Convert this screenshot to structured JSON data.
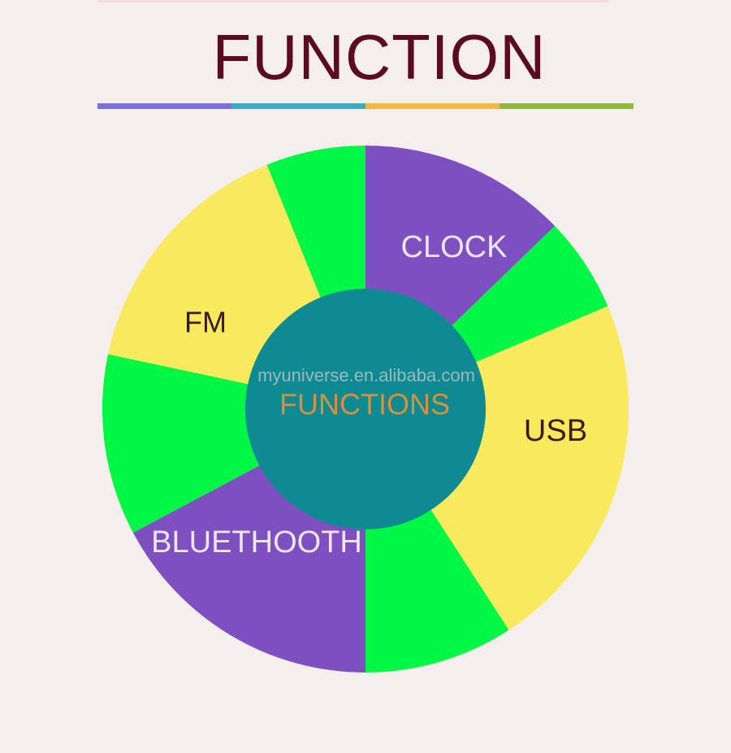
{
  "title": "FUNCTION",
  "colors": {
    "title": "#5c0a1f",
    "underline": [
      "#7b6fdc",
      "#2db3c9",
      "#fbb92d",
      "#8fbb37"
    ],
    "purple": "#7e4fc1",
    "green": "#00f744",
    "yellow": "#f9e95c",
    "hub": "#0e8a92",
    "hub_text": "#d98f3b",
    "light_text": "#ece6f5",
    "dark_text": "#3a1c0e"
  },
  "center_label": "FUNCTIONS",
  "watermark": "myuniverse.en.alibaba.com",
  "segments": [
    {
      "name": "clock",
      "label": "CLOCK",
      "color": "purple",
      "text_color": "light_text"
    },
    {
      "name": "gap-1",
      "label": "",
      "color": "green"
    },
    {
      "name": "usb",
      "label": "USB",
      "color": "yellow",
      "text_color": "dark_text"
    },
    {
      "name": "gap-2",
      "label": "",
      "color": "green"
    },
    {
      "name": "bluetooth",
      "label": "BLUETHOOTH",
      "color": "purple",
      "text_color": "light_text"
    },
    {
      "name": "gap-3",
      "label": "",
      "color": "green"
    },
    {
      "name": "fm",
      "label": "FM",
      "color": "yellow",
      "text_color": "dark_text"
    },
    {
      "name": "gap-4",
      "label": "",
      "color": "green"
    }
  ]
}
